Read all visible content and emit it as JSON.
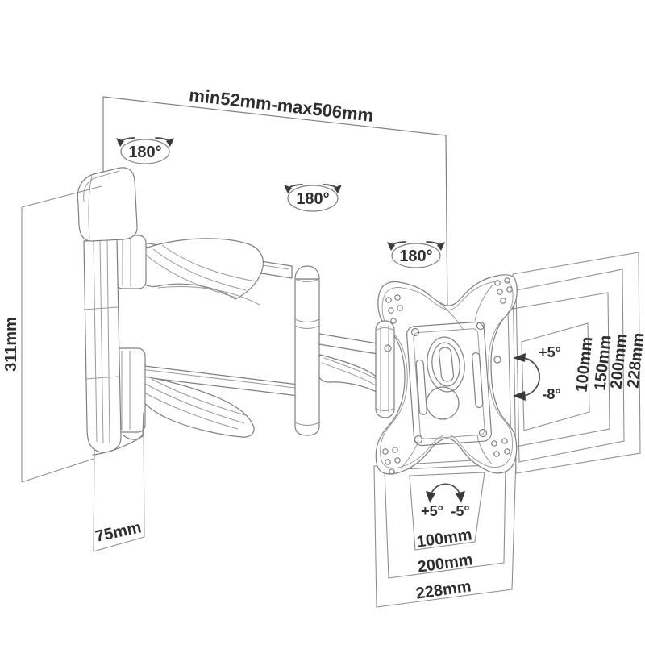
{
  "diagram": {
    "extension_range": "min52mm-max506mm",
    "swivel_labels": [
      "180°",
      "180°",
      "180°"
    ],
    "wall_plate_height": "311mm",
    "wall_plate_width": "75mm",
    "tilt": {
      "up": "+5°",
      "down": "-8°"
    },
    "rotation": {
      "plus": "+5°",
      "minus": "-5°"
    },
    "vesa_heights": [
      "100mm",
      "150mm",
      "200mm",
      "228mm"
    ],
    "vesa_widths": [
      "100mm",
      "200mm",
      "228mm"
    ]
  },
  "colors": {
    "background": "#ffffff",
    "drawing_line": "#7f7f7f",
    "dimension_line": "#8f8f8f",
    "text": "#2e2e2e",
    "arrow": "#3a3a3a"
  }
}
